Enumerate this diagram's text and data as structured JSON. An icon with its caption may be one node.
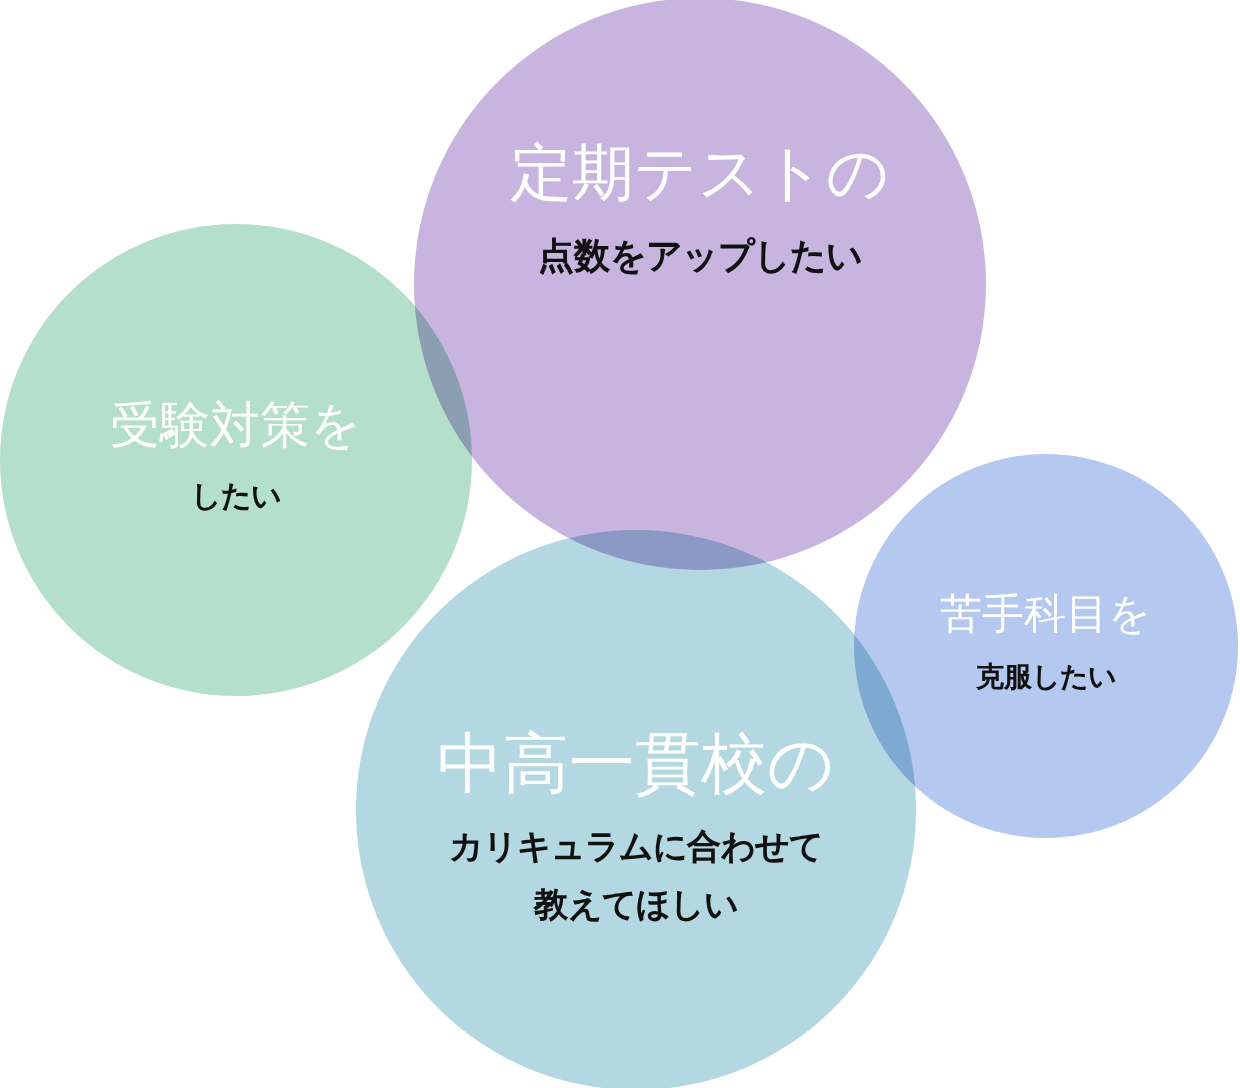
{
  "diagram": {
    "nodes": [
      {
        "text": [
          "定期テストの",
          "点数をアップしたい"
        ]
      },
      {
        "text": [
          "受験対策を",
          "したい"
        ]
      },
      {
        "text": [
          "苦手科目を",
          "克服したい"
        ]
      },
      {
        "text": [
          "中高一貫校の",
          "カリキュラムに合わせて教えてほしい"
        ]
      }
    ]
  }
}
